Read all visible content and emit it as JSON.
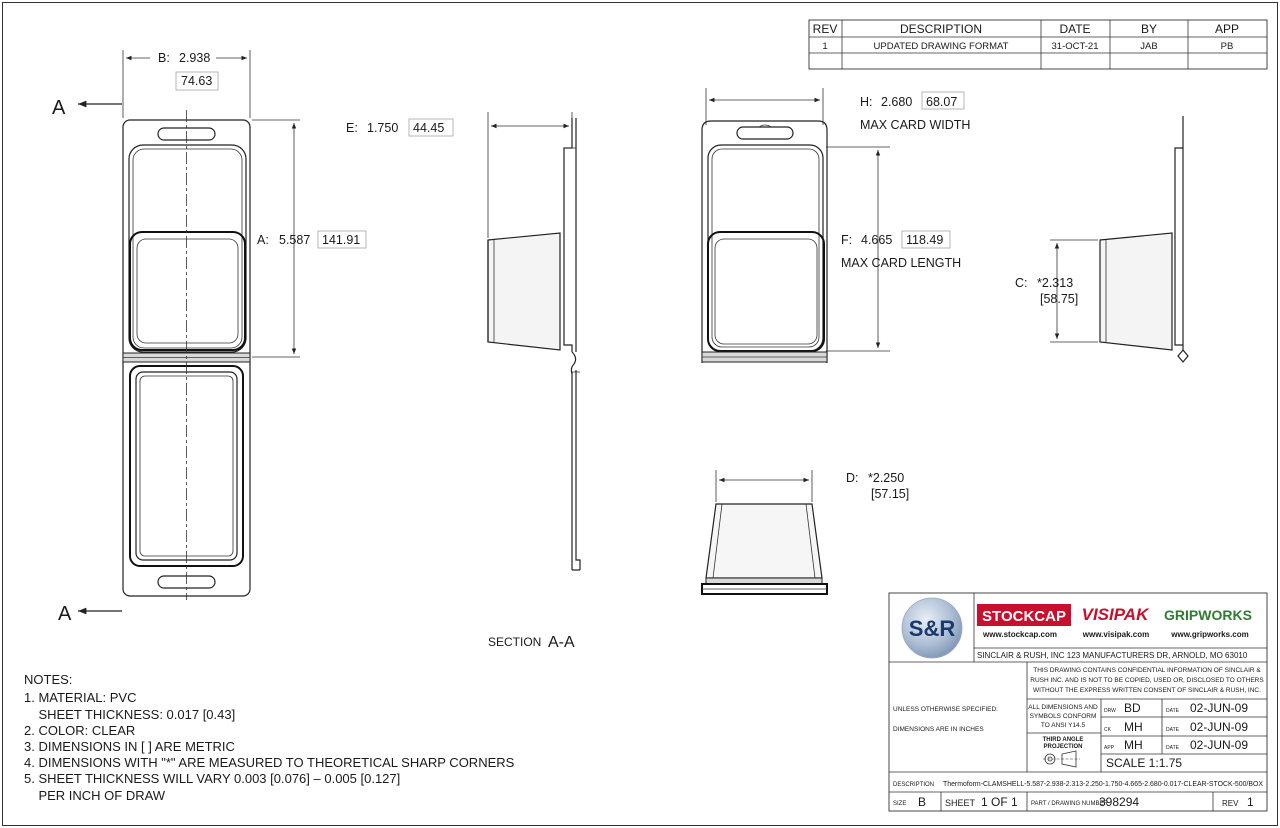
{
  "revision_table": {
    "headers": [
      "REV",
      "DESCRIPTION",
      "DATE",
      "BY",
      "APP"
    ],
    "rows": [
      [
        "1",
        "UPDATED DRAWING FORMAT",
        "31-OCT-21",
        "JAB",
        "PB"
      ]
    ]
  },
  "dimensions": {
    "b": {
      "label": "B:",
      "inch": "2.938",
      "mm": "74.63"
    },
    "a": {
      "label": "A:",
      "inch": "5.587",
      "mm": "141.91"
    },
    "e": {
      "label": "E:",
      "inch": "1.750",
      "mm": "44.45"
    },
    "h": {
      "label": "H:",
      "inch": "2.680",
      "mm": "68.07",
      "note": "MAX CARD WIDTH"
    },
    "f": {
      "label": "F:",
      "inch": "4.665",
      "mm": "118.49",
      "note": "MAX CARD LENGTH"
    },
    "c": {
      "label": "C:",
      "inch": "*2.313",
      "mm": "[58.75]"
    },
    "d": {
      "label": "D:",
      "inch": "*2.250",
      "mm": "[57.15]"
    }
  },
  "section_markers": {
    "letter": "A",
    "caption_prefix": "SECTION",
    "caption_suffix": "A-A"
  },
  "notes": {
    "title": "NOTES:",
    "lines": [
      "1. MATERIAL: PVC",
      "    SHEET THICKNESS: 0.017 [0.43]",
      "2. COLOR: CLEAR",
      "3. DIMENSIONS IN [ ] ARE METRIC",
      "4. DIMENSIONS WITH \"*\" ARE MEASURED TO THEORETICAL SHARP CORNERS",
      "5. SHEET THICKNESS WILL VARY 0.003 [0.076] – 0.005 [0.127]",
      "    PER INCH OF DRAW"
    ]
  },
  "title_block": {
    "logo_sr": "S&R",
    "brands": {
      "stockcap": {
        "name": "STOCKCAP",
        "url": "www.stockcap.com"
      },
      "visipak": {
        "name": "VISIPAK",
        "url": "www.visipak.com"
      },
      "gripworks": {
        "name": "GRIPWORKS",
        "url": "www.gripworks.com"
      }
    },
    "company_line": "SINCLAIR & RUSH, INC 123 MANUFACTURERS DR, ARNOLD, MO 63010",
    "confidential": [
      "THIS DRAWING CONTAINS CONFIDENTIAL INFORMATION OF SINCLAIR &",
      "RUSH INC. AND IS NOT TO BE COPIED, USED OR, DISCLOSED TO OTHERS",
      "WITHOUT THE EXPRESS WRITTEN CONSENT OF SINCLAIR & RUSH, INC."
    ],
    "unless": "UNLESS OTHERWISE SPECIFIED:",
    "dims_inches": "DIMENSIONS ARE IN INCHES",
    "conform": [
      "ALL DIMENSIONS AND",
      "SYMBOLS CONFORM",
      "TO ANSI Y14.5"
    ],
    "projection": [
      "THIRD ANGLE",
      "PROJECTION"
    ],
    "signoffs": [
      {
        "role": "DRW",
        "initials": "BD",
        "date_label": "DATE",
        "date": "02-JUN-09"
      },
      {
        "role": "CK",
        "initials": "MH",
        "date_label": "DATE",
        "date": "02-JUN-09"
      },
      {
        "role": "APP",
        "initials": "MH",
        "date_label": "DATE",
        "date": "02-JUN-09"
      }
    ],
    "scale": "SCALE 1:1.75",
    "description_label": "DESCRIPTION",
    "description": "Thermoform-CLAMSHELL-5.587-2.938-2.313-2.250-1.750-4.665-2.680-0.017-CLEAR-STOCK-500/BOX",
    "size_label": "SIZE",
    "size": "B",
    "sheet_label": "SHEET",
    "sheet": "1 OF 1",
    "part_label": "PART / DRAWING NUMBER",
    "part": "398294",
    "rev_label": "REV",
    "rev": "1"
  },
  "colors": {
    "stockcap_bg": "#c8102e",
    "visipak": "#c8102e",
    "gripworks_green": "#2e7d32"
  }
}
